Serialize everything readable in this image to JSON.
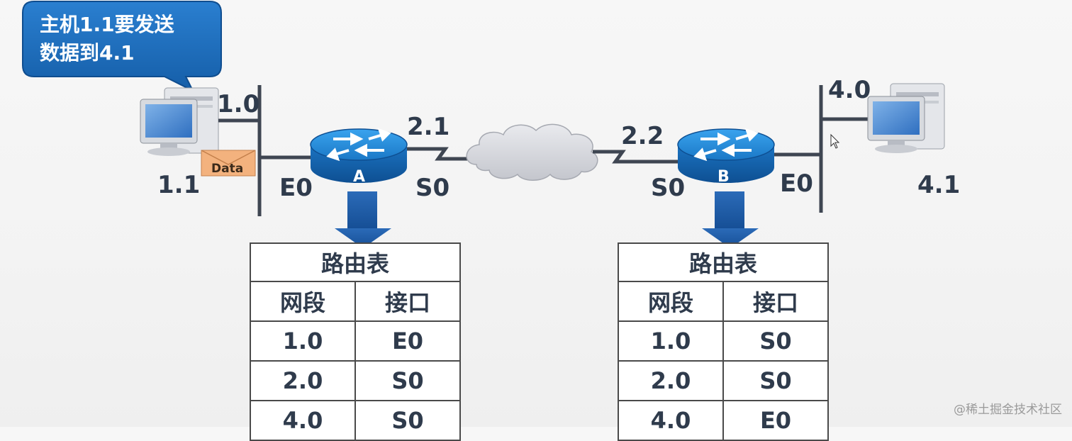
{
  "callout": {
    "line1": "主机1.1要发送",
    "line2": "数据到4.1"
  },
  "colors": {
    "router_blue": "#1c82d0",
    "arrow_blue": "#1f5fae",
    "callout_blue": "#1f6fbf",
    "label": "#2f3b4c"
  },
  "left_side": {
    "host_address": "1.1",
    "network_label": "1.0",
    "data_packet_label": "Data"
  },
  "router_a": {
    "name": "A",
    "e0_label": "E0",
    "s0_label": "S0",
    "s0_address": "2.1"
  },
  "router_b": {
    "name": "B",
    "e0_label": "E0",
    "s0_label": "S0",
    "s0_address": "2.2"
  },
  "right_side": {
    "host_address": "4.1",
    "network_label": "4.0"
  },
  "table_a": {
    "title": "路由表",
    "headers": [
      "网段",
      "接口"
    ],
    "rows": [
      [
        "1.0",
        "E0"
      ],
      [
        "2.0",
        "S0"
      ],
      [
        "4.0",
        "S0"
      ]
    ]
  },
  "table_b": {
    "title": "路由表",
    "headers": [
      "网段",
      "接口"
    ],
    "rows": [
      [
        "1.0",
        "S0"
      ],
      [
        "2.0",
        "S0"
      ],
      [
        "4.0",
        "E0"
      ]
    ]
  },
  "watermark": "@稀土掘金技术社区"
}
